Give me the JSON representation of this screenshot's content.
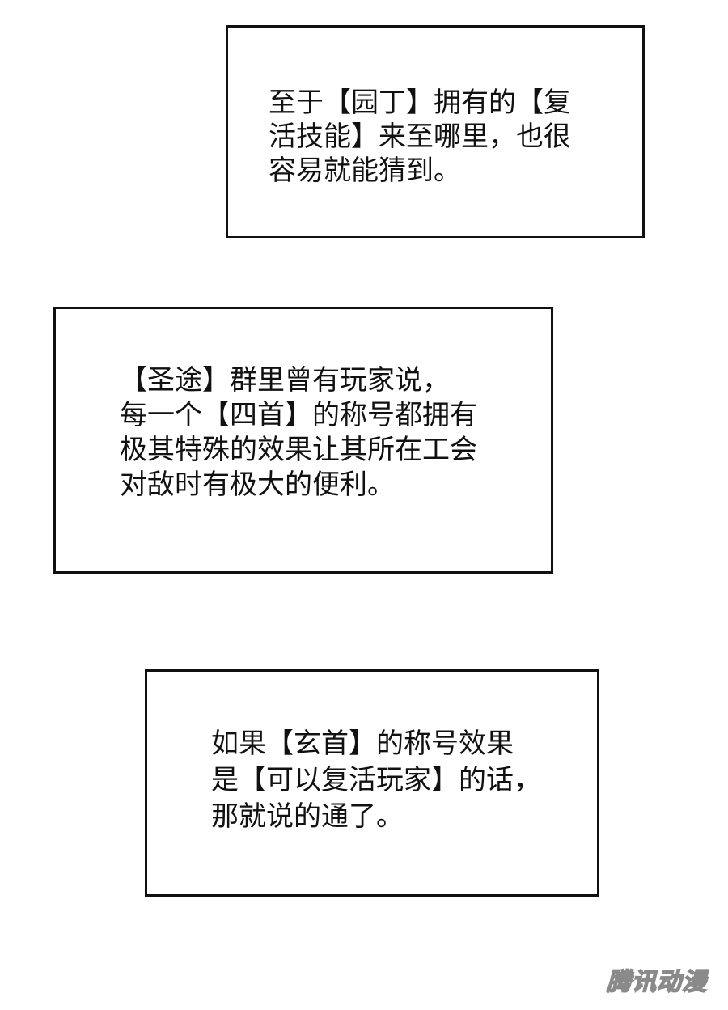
{
  "captions": [
    {
      "lines": [
        "至于【园丁】拥有的【复",
        "活技能】来至哪里，也很",
        "容易就能猜到。"
      ]
    },
    {
      "lines": [
        "【圣途】群里曾有玩家说，",
        "每一个【四首】的称号都拥有",
        "极其特殊的效果让其所在工会",
        "对敌时有极大的便利。"
      ]
    },
    {
      "lines": [
        "如果【玄首】的称号效果",
        "是【可以复活玩家】的话，",
        "那就说的通了。"
      ]
    }
  ],
  "watermark": {
    "text": "腾讯动漫"
  },
  "colors": {
    "background": "#ffffff",
    "text": "#111111",
    "border": "#111111",
    "watermark_outline": "#8a8a8a"
  }
}
